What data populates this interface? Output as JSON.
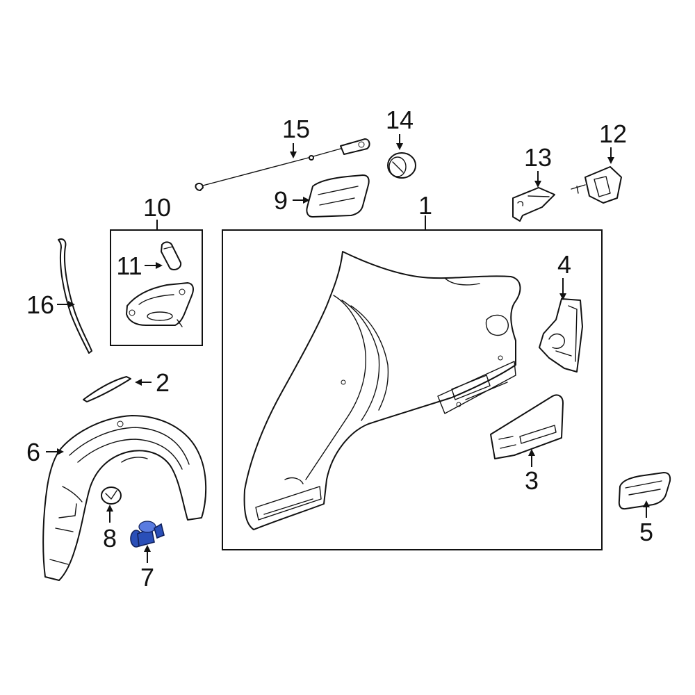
{
  "callouts": {
    "c1": "1",
    "c2": "2",
    "c3": "3",
    "c4": "4",
    "c5": "5",
    "c6": "6",
    "c7": "7",
    "c8": "8",
    "c9": "9",
    "c10": "10",
    "c11": "11",
    "c12": "12",
    "c13": "13",
    "c14": "14",
    "c15": "15",
    "c16": "16"
  },
  "colors": {
    "line": "#111111",
    "background": "#ffffff",
    "highlight": "#2a4fb8"
  },
  "highlighted_part": "7"
}
